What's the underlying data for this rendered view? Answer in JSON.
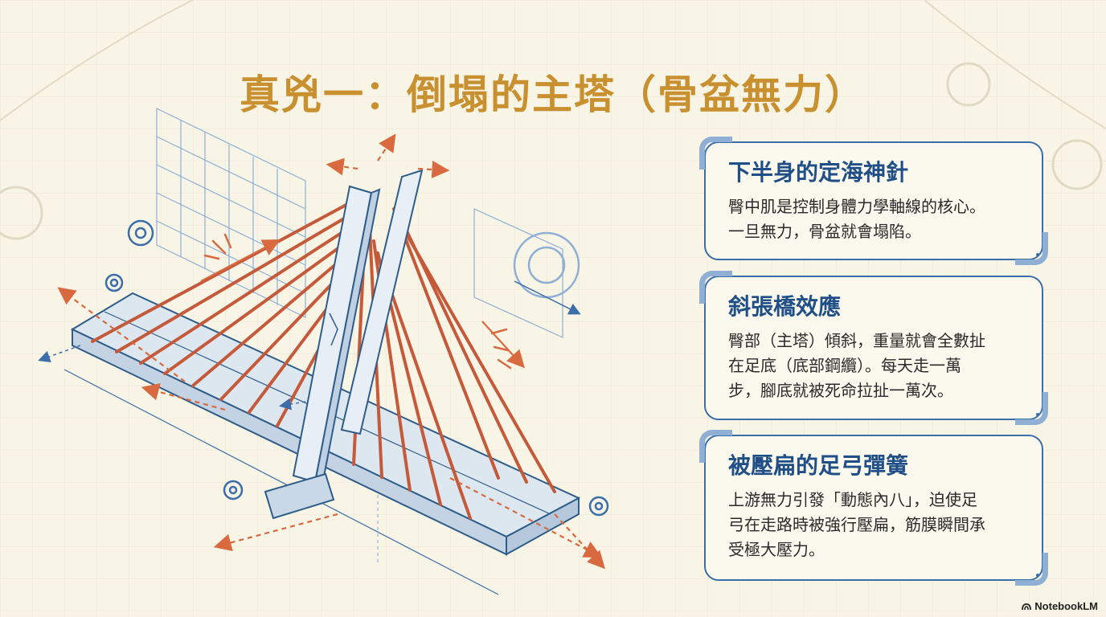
{
  "title": "真兇一：倒塌的主塔（骨盆無力）",
  "cards": [
    {
      "title": "下半身的定海神針",
      "body": "臀中肌是控制身體力學軸線的核心。\n一旦無力，骨盆就會塌陷。"
    },
    {
      "title": "斜張橋效應",
      "body": "臀部（主塔）傾斜，重量就會全數扯\n在足底（底部鋼纜）。每天走一萬\n步，腳底就被死命拉扯一萬次。"
    },
    {
      "title": "被壓扁的足弓彈簧",
      "body": "上游無力引發「動態內八」，迫使足\n弓在走路時被強行壓扁，筋膜瞬間承\n受極大壓力。"
    }
  ],
  "watermark": "NotebookLM",
  "colors": {
    "title": "#c8902f",
    "accent_blue": "#3b6ea8",
    "cable": "#c55a3a",
    "arrow": "#d96a3f"
  }
}
